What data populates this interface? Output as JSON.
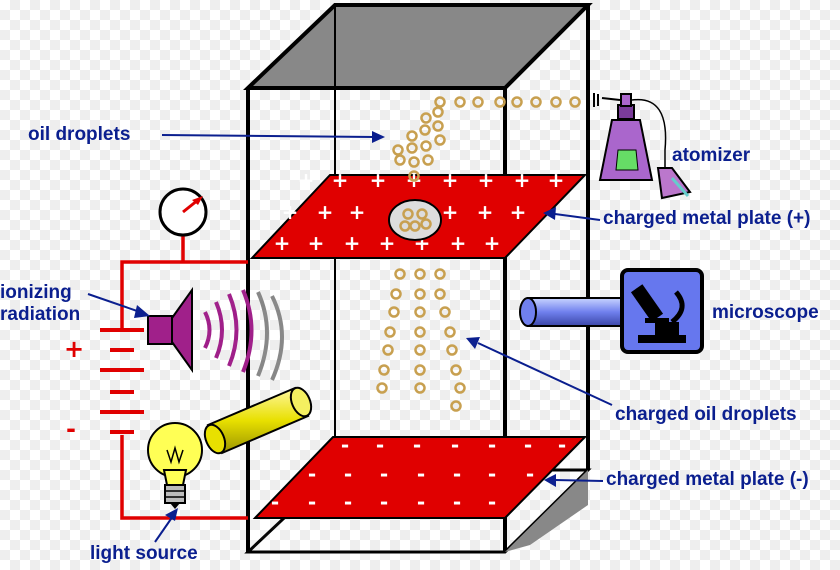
{
  "labels": {
    "oil_droplets": "oil droplets",
    "atomizer": "atomizer",
    "charged_metal_plate_pos": "charged metal plate (+)",
    "ionizing_radiation_line1": "ionizing",
    "ionizing_radiation_line2": "radiation",
    "microscope": "microscope",
    "charged_oil_droplets": "charged oil droplets",
    "charged_metal_plate_neg": "charged metal plate (-)",
    "light_source": "light source"
  },
  "symbols": {
    "plus": "+",
    "minus": "-",
    "battery_plus": "+",
    "battery_minus": "-"
  },
  "colors": {
    "label_text": "#0b1f8f",
    "plate_red": "#e00000",
    "wire_red": "#e00000",
    "droplet_gold": "#c8a050",
    "chamber_top": "#888888",
    "speaker_magenta": "#a0208a",
    "microscope_blue": "#6677ee",
    "bulb_yellow": "#ffff55"
  },
  "icons": {
    "voltmeter": "voltmeter-icon",
    "speaker": "speaker-icon",
    "light_bulb": "light-bulb-icon",
    "microscope": "microscope-icon",
    "atomizer": "atomizer-icon",
    "battery": "battery-icon"
  }
}
